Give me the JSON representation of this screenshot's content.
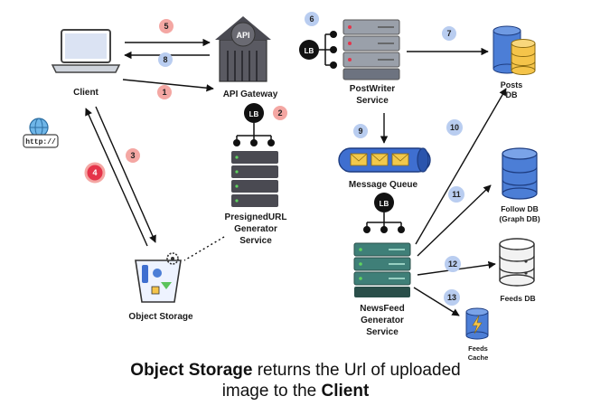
{
  "nodes": {
    "client": "Client",
    "api_gateway": "API Gateway",
    "presigned": [
      "PresignedURL",
      "Generator",
      "Service"
    ],
    "object_storage": "Object Storage",
    "postwriter": [
      "PostWriter",
      "Service"
    ],
    "message_queue": "Message Queue",
    "newsfeed": [
      "NewsFeed",
      "Generator",
      "Service"
    ],
    "posts_db": [
      "Posts",
      "DB"
    ],
    "follow_db": [
      "Follow DB",
      "(Graph DB)"
    ],
    "feeds_db": "Feeds DB",
    "feeds_cache": [
      "Feeds",
      "Cache"
    ],
    "http_icon": "http://",
    "api_sign": "API",
    "lb": "LB"
  },
  "badges": [
    "1",
    "2",
    "3",
    "4",
    "5",
    "6",
    "7",
    "8",
    "9",
    "10",
    "11",
    "12",
    "13"
  ],
  "caption": {
    "part1_bold": "Object Storage",
    "part2": " returns the Url of uploaded",
    "part3": "image to the ",
    "part4_bold": "Client"
  },
  "colors": {
    "red_badge": "#f4a7a3",
    "red_badge_active": "#e5344a",
    "blue_badge": "#b9cdf0",
    "db_blue": "#4c7ed6",
    "db_yellow": "#f5c44a",
    "server_dark": "#4a4a52",
    "queue_blue": "#3f6fd0",
    "envelope": "#f2c94c"
  }
}
